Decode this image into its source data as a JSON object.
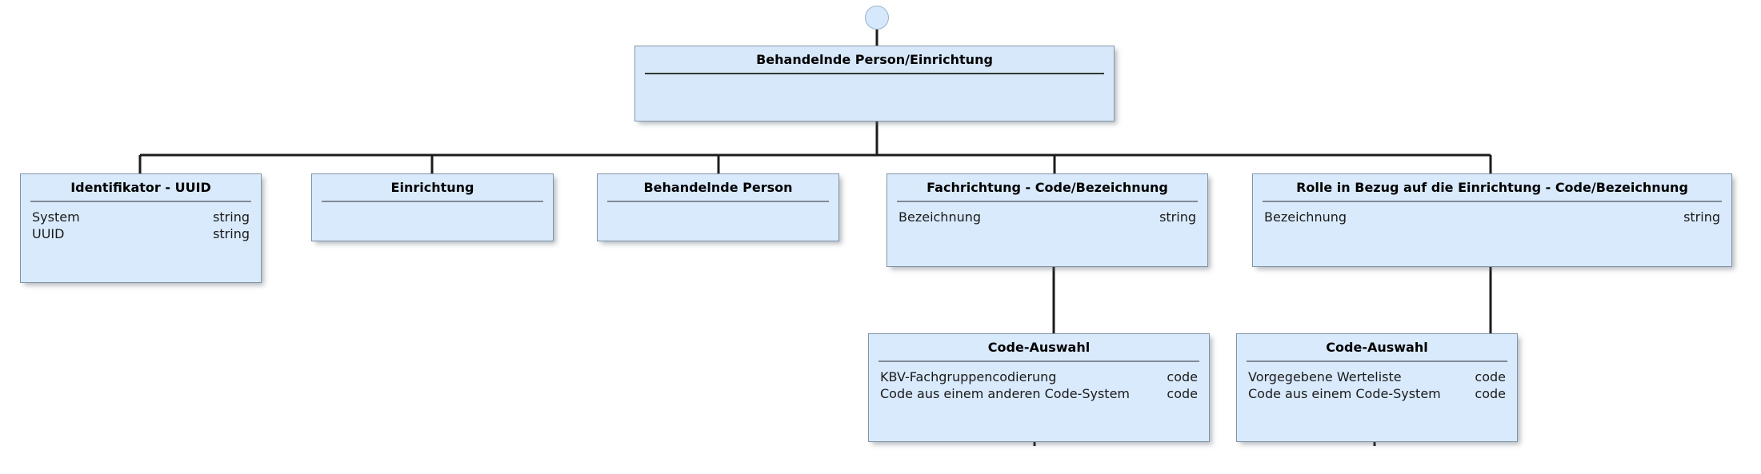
{
  "diagram": {
    "type": "uml-class-diagram",
    "title": "Behandelnde Person/Einrichtung",
    "language": "de",
    "colors": {
      "box_fill": "#d9eafc",
      "box_border": "#7f93a6",
      "separator": "#808b97",
      "root_separator": "#2b3a2b",
      "connector": "#1c1c1c",
      "start_node_fill": "#d6e8fb",
      "start_node_border": "#9bb3c9",
      "background": "#ffffff"
    },
    "start_node": {
      "name": "start-node"
    }
  },
  "nodes": {
    "root": {
      "title": "Behandelnde Person/Einrichtung",
      "attributes": []
    },
    "identifikator": {
      "title": "Identifikator - UUID",
      "attributes": [
        {
          "name": "System",
          "type": "string"
        },
        {
          "name": "UUID",
          "type": "string"
        }
      ]
    },
    "einrichtung": {
      "title": "Einrichtung",
      "attributes": []
    },
    "behandelnde_person": {
      "title": "Behandelnde Person",
      "attributes": []
    },
    "fachrichtung": {
      "title": "Fachrichtung - Code/Bezeichnung",
      "attributes": [
        {
          "name": "Bezeichnung",
          "type": "string"
        }
      ]
    },
    "rolle": {
      "title": "Rolle in Bezug auf die Einrichtung - Code/Bezeichnung",
      "attributes": [
        {
          "name": "Bezeichnung",
          "type": "string"
        }
      ]
    },
    "code_auswahl_fachrichtung": {
      "title": "Code-Auswahl",
      "attributes": [
        {
          "name": "KBV-Fachgruppencodierung",
          "type": "code"
        },
        {
          "name": "Code aus einem anderen Code-System",
          "type": "code"
        }
      ]
    },
    "code_auswahl_rolle": {
      "title": "Code-Auswahl",
      "attributes": [
        {
          "name": "Vorgegebene Werteliste",
          "type": "code"
        },
        {
          "name": "Code aus einem Code-System",
          "type": "code"
        }
      ]
    }
  }
}
